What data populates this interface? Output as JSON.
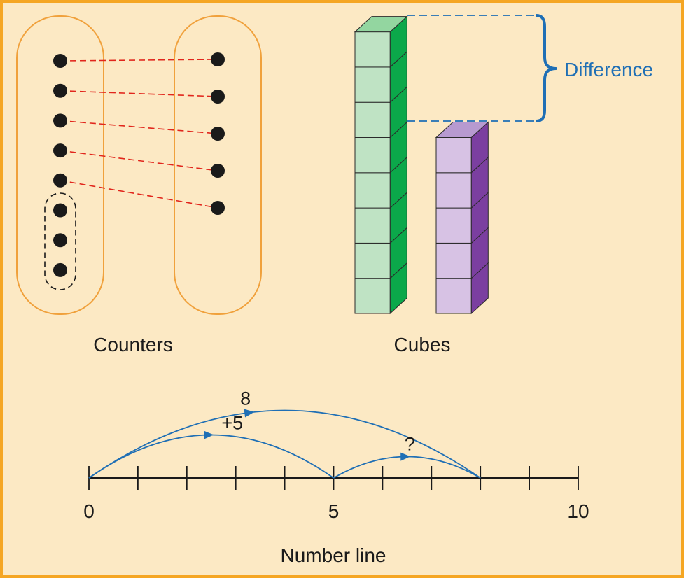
{
  "colors": {
    "background": "#FCE9C4",
    "frame": "#F5A623",
    "oval": "#F0A13C",
    "dot": "#1A1A1A",
    "match_line": "#E1261C",
    "green_light": "#BFE3C4",
    "green_dark": "#0BA84A",
    "green_top": "#93D6A0",
    "purple_light": "#D7C2E4",
    "purple_dark": "#7B3FA0",
    "purple_top": "#B79AD0",
    "accent_blue": "#1F6FB5",
    "axis": "#1A1A1A"
  },
  "counters": {
    "label": "Counters",
    "left_count": 8,
    "right_count": 5,
    "unmatched": 3
  },
  "cubes": {
    "label": "Cubes",
    "green_stack": 8,
    "purple_stack": 5,
    "difference_label": "Difference"
  },
  "number_line": {
    "label": "Number line",
    "min": 0,
    "max": 10,
    "tick_labels": [
      "0",
      "5",
      "10"
    ],
    "arcs": [
      {
        "from": 0,
        "to": 8,
        "label": "8"
      },
      {
        "from": 0,
        "to": 5,
        "label": "+5"
      },
      {
        "from": 5,
        "to": 8,
        "label": "?"
      }
    ]
  }
}
